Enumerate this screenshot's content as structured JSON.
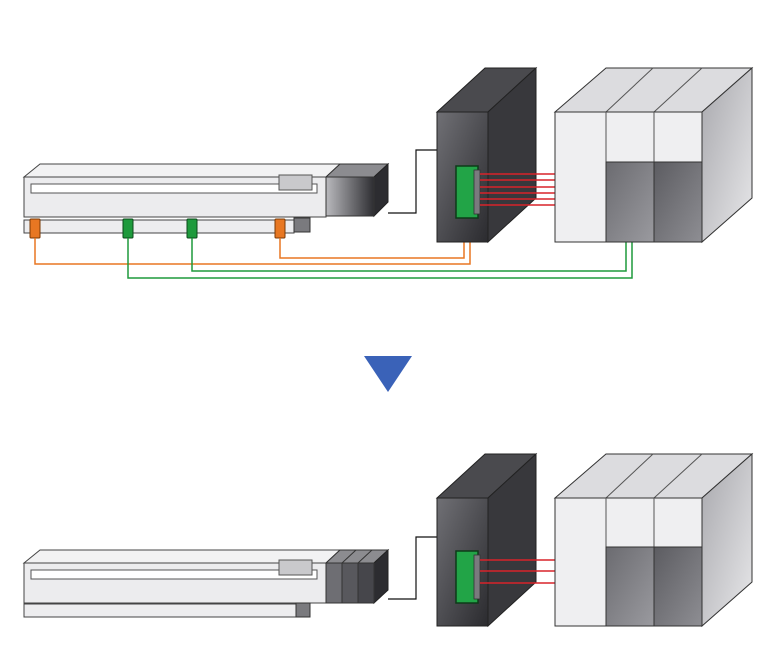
{
  "diagram": {
    "panels": [
      {
        "id": "before",
        "actuator_sensors": [
          "orange",
          "green",
          "green",
          "orange"
        ],
        "sensor_wire_colors": [
          "orange",
          "green"
        ],
        "red_signal_lines": 6,
        "actuator_controller_slots": 0
      },
      {
        "id": "after",
        "actuator_sensors": [],
        "sensor_wire_colors": [],
        "red_signal_lines": 3,
        "actuator_controller_slots": 3
      }
    ],
    "transition_arrow": {
      "direction": "down",
      "color": "#3a62b8"
    },
    "colors": {
      "sensor_orange": "#e87722",
      "sensor_green": "#1e9a3c",
      "signal_red": "#d8232a",
      "controller_dark": "#3c3c40",
      "terminal_green": "#22a447"
    },
    "icons": [
      "linear-actuator-icon",
      "controller-unit-icon",
      "plc-rack-icon",
      "down-arrow-icon"
    ]
  }
}
